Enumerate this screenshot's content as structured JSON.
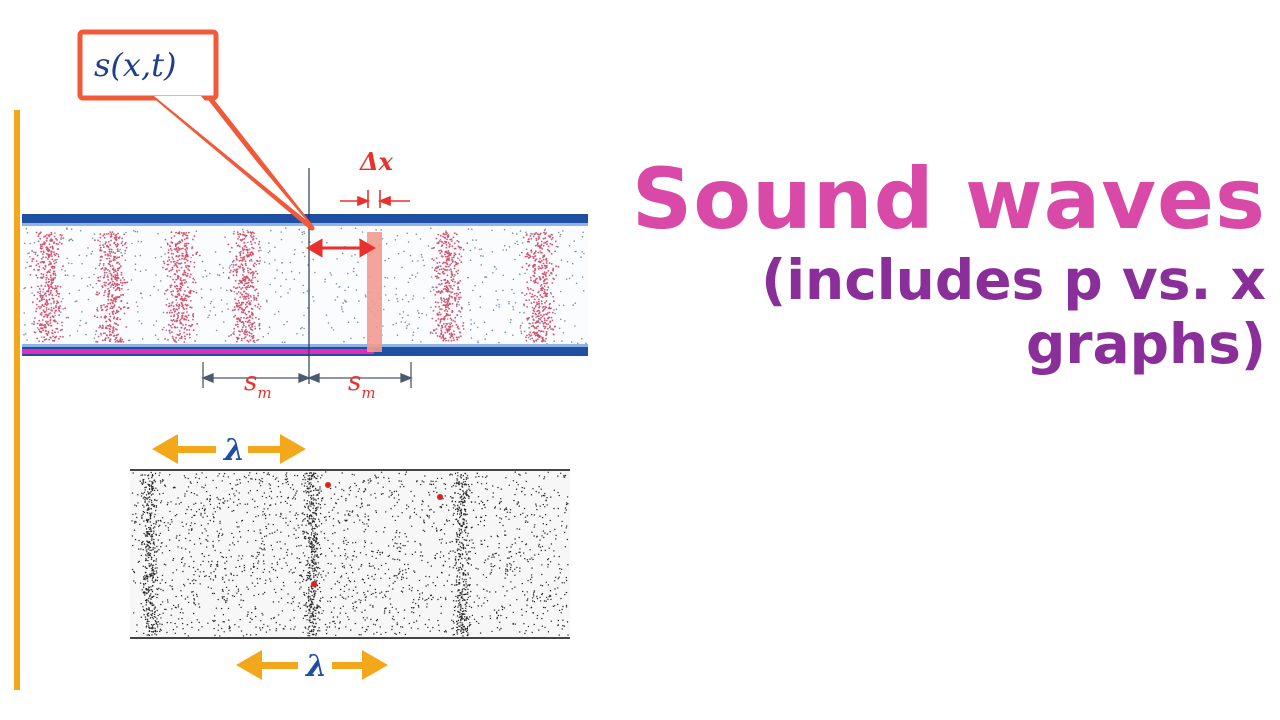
{
  "title": "Sound waves",
  "subtitle": "(includes p vs. x graphs)",
  "diagram": {
    "callout_label": "s(x,t)",
    "delta_label": "Δx",
    "sm_label_left": "s",
    "sm_sub_left": "m",
    "sm_label_right": "s",
    "sm_sub_right": "m",
    "lambda_top": "λ",
    "lambda_bottom": "λ"
  },
  "colors": {
    "title": "#d94aa8",
    "subtitle": "#8a2f9a",
    "tube_wall": "#1f4fa3",
    "particles_dense": "#d2536e",
    "callout": "#f05a3a",
    "lambda_arrow": "#f3a81c",
    "lambda_text": "#1f4fa3",
    "axis_line": "#f3a81c",
    "magenta_bar": "#e02fb6"
  }
}
